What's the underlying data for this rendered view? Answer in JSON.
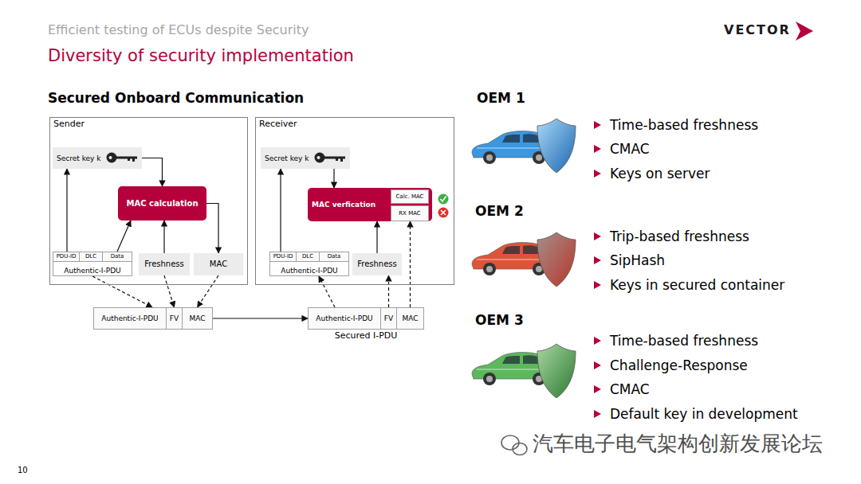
{
  "diagram": {
    "title": "Diversity of security implementation",
    "nodes": [
      {
        "text": [
          "Sender"
        ]
      },
      {
        "text": [
          "Secret key k"
        ],
        "in": 0
      },
      {
        "text": [
          "MAC calculation"
        ],
        "in": 0
      },
      {
        "text": [
          "Authentic-I-PDU"
        ],
        "in": 0
      },
      {
        "text": [
          "PDU-ID"
        ],
        "in": 3
      },
      {
        "text": [
          "DLC"
        ],
        "in": 3
      },
      {
        "text": [
          "Data"
        ],
        "in": 3
      },
      {
        "text": [
          "Freshness"
        ],
        "in": 0
      },
      {
        "text": [
          "MAC"
        ],
        "in": 0
      },
      {
        "text": [
          "Receiver"
        ]
      },
      {
        "text": [
          "Secret key k"
        ],
        "in": 9
      },
      {
        "text": [
          "MAC verfication"
        ],
        "in": 9
      },
      {
        "text": [
          "Calc. MAC"
        ],
        "in": 11
      },
      {
        "text": [
          "RX MAC"
        ],
        "in": 11
      },
      {
        "text": [
          "Authentic-I-PDU"
        ],
        "in": 9
      },
      {
        "text": [
          "PDU-ID"
        ],
        "in": 14
      },
      {
        "text": [
          "DLC"
        ],
        "in": 14
      },
      {
        "text": [
          "Data"
        ],
        "in": 14
      },
      {
        "text": [
          "Freshness"
        ],
        "in": 9
      },
      {
        "text": [
          "Authentic-I-PDU"
        ]
      },
      {
        "text": [
          "FV"
        ]
      },
      {
        "text": [
          "MAC"
        ]
      },
      {
        "text": [
          "Authentic-I-PDU"
        ]
      },
      {
        "text": [
          "FV"
        ]
      },
      {
        "text": [
          "MAC"
        ]
      }
    ],
    "edges": [
      {
        "from": 3,
        "to": 1,
        "arrow": "to"
      },
      {
        "from": 1,
        "to": 2,
        "arrow": "to"
      },
      {
        "from": 6,
        "to": 2,
        "arrow": "to"
      },
      {
        "from": 7,
        "to": 2,
        "arrow": "to"
      },
      {
        "from": 2,
        "to": 8,
        "arrow": "to"
      },
      {
        "from": 3,
        "to": 19,
        "arrow": "to"
      },
      {
        "from": 7,
        "to": 20,
        "arrow": "to"
      },
      {
        "from": 8,
        "to": 21,
        "arrow": "to"
      },
      {
        "from": 21,
        "to": 22,
        "arrow": "to"
      },
      {
        "from": 14,
        "to": 10,
        "arrow": "to"
      },
      {
        "from": 10,
        "to": 11,
        "arrow": "to"
      },
      {
        "from": 22,
        "to": 14,
        "arrow": "to"
      },
      {
        "from": 23,
        "to": 18,
        "arrow": "to"
      },
      {
        "from": 18,
        "to": 11,
        "arrow": "to"
      },
      {
        "from": 24,
        "to": 13,
        "arrow": "to"
      }
    ],
    "labels": [
      "Secured Onboard Communication",
      "Secured I-PDU",
      "OEM 1",
      "Time-based freshness",
      "CMAC",
      "Keys on server",
      "OEM 2",
      "Trip-based freshness",
      "SipHash",
      "Keys in secured container",
      "OEM 3",
      "Time-based freshness",
      "Challenge-Response",
      "CMAC",
      "Default key in development",
      "Efficient testing of ECUs despite Security",
      "VECTOR",
      "10",
      "汽车电子电气架构创新发展论坛"
    ]
  }
}
